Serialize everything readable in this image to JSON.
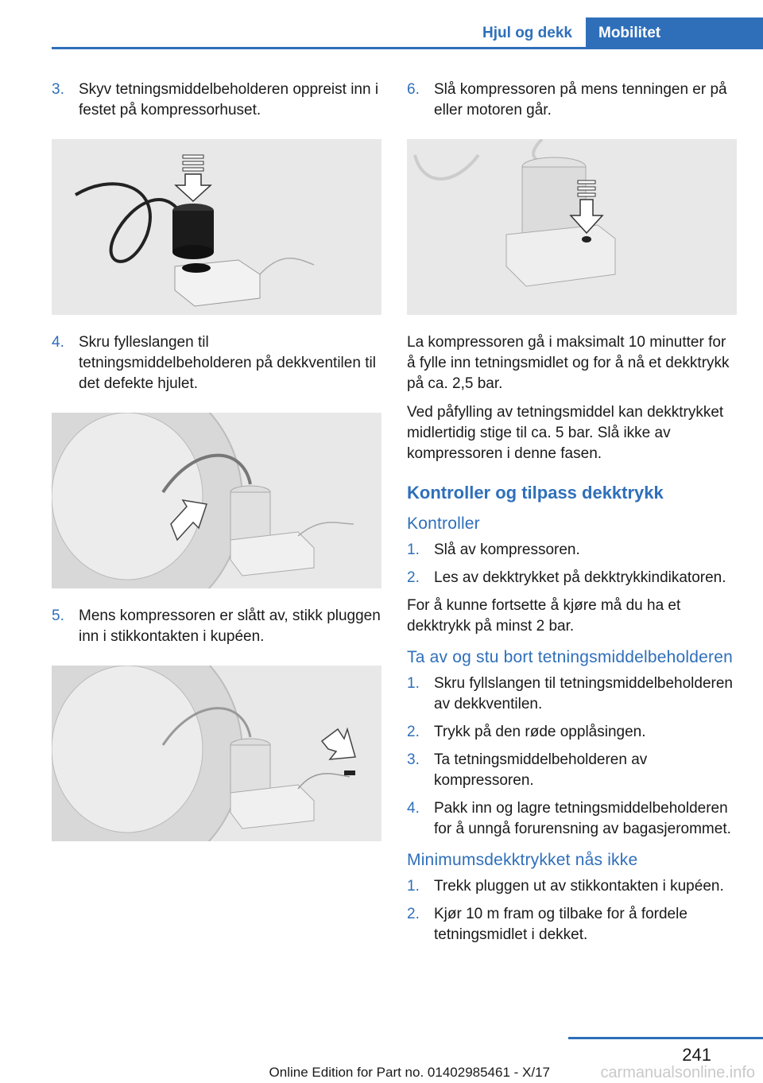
{
  "header": {
    "section": "Hjul og dekk",
    "chapter": "Mobilitet"
  },
  "left_column": {
    "steps": [
      {
        "num": "3.",
        "text": "Skyv tetningsmiddelbeholderen oppreist inn i festet på kompressorhuset."
      },
      {
        "num": "4.",
        "text": "Skru fylleslangen til tetningsmiddelbeholderen på dekkventilen til det defekte hjulet."
      },
      {
        "num": "5.",
        "text": "Mens kompressoren er slått av, stikk pluggen inn i stikkontakten i kupéen."
      }
    ]
  },
  "right_column": {
    "step6": {
      "num": "6.",
      "text": "Slå kompressoren på mens tenningen er på eller motoren går."
    },
    "paragraph1": "La kompressoren gå i maksimalt 10 minutter for å fylle inn tetningsmidlet og for å nå et dekktrykk på ca. 2,5 bar.",
    "paragraph2": "Ved påfylling av tetningsmiddel kan dekktrykket midlertidig stige til ca. 5 bar. Slå ikke av kompressoren i denne fasen.",
    "section_title": "Kontroller og tilpass dekktrykk",
    "sub1": {
      "title": "Kontroller",
      "steps": [
        {
          "num": "1.",
          "text": "Slå av kompressoren."
        },
        {
          "num": "2.",
          "text": "Les av dekktrykket på dekktrykkindikatoren."
        }
      ],
      "note": "For å kunne fortsette å kjøre må du ha et dekktrykk på minst 2 bar."
    },
    "sub2": {
      "title": "Ta av og stu bort tetningsmiddelbeholderen",
      "steps": [
        {
          "num": "1.",
          "text": "Skru fyllslangen til tetningsmiddelbeholderen av dekkventilen."
        },
        {
          "num": "2.",
          "text": "Trykk på den røde opplåsingen."
        },
        {
          "num": "3.",
          "text": "Ta tetningsmiddelbeholderen av kompressoren."
        },
        {
          "num": "4.",
          "text": "Pakk inn og lagre tetningsmiddelbeholderen for å unngå forurensning av bagasjerommet."
        }
      ]
    },
    "sub3": {
      "title": "Minimumsdekktrykket nås ikke",
      "steps": [
        {
          "num": "1.",
          "text": "Trekk pluggen ut av stikkontakten i kupéen."
        },
        {
          "num": "2.",
          "text": "Kjør 10 m fram og tilbake for å fordele tetningsmidlet i dekket."
        }
      ]
    }
  },
  "footer": {
    "page_number": "241",
    "edition": "Online Edition for Part no. 01402985461 - X/17",
    "watermark": "carmanualsonline.info"
  },
  "colors": {
    "accent": "#2f6fba",
    "figure_bg": "#e8e8e8"
  }
}
